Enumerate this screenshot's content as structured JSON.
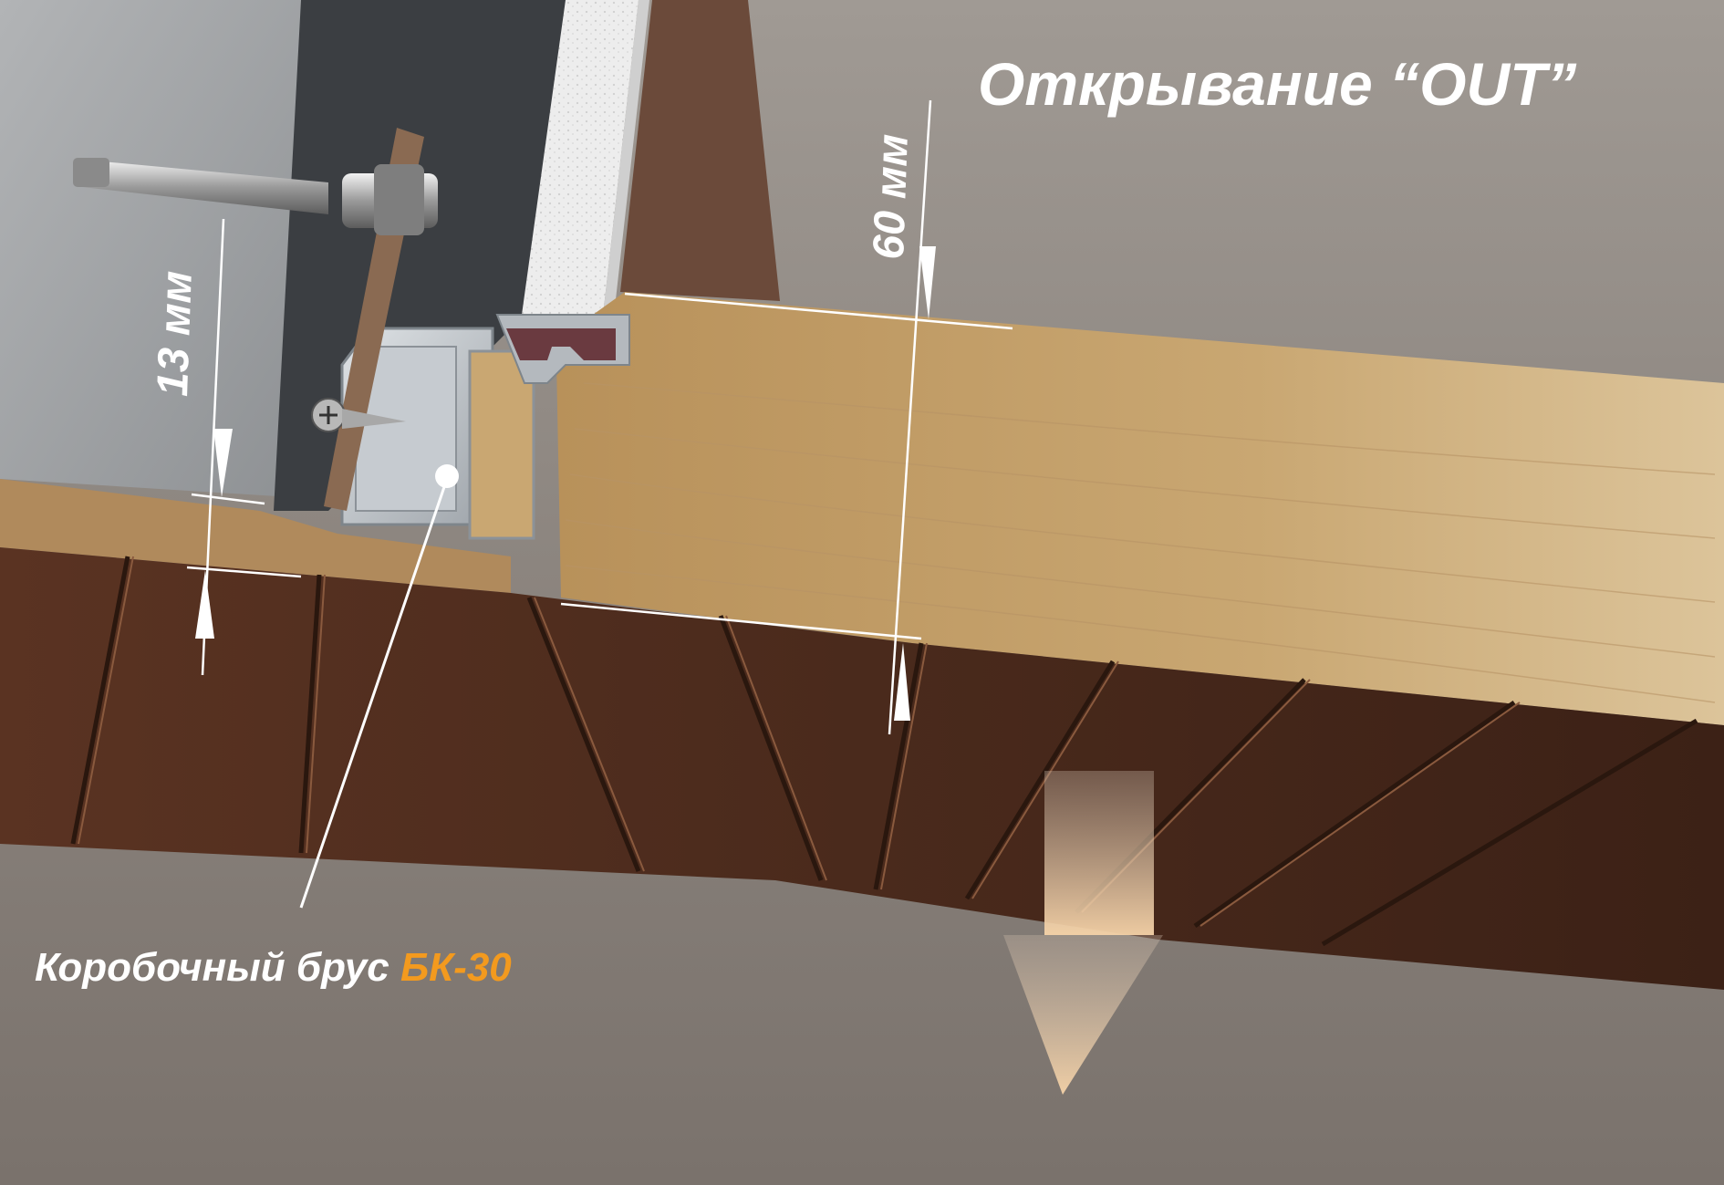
{
  "title": "Открывание “OUT”",
  "dimensions": {
    "depth_60": "60 мм",
    "offset_13": "13 мм"
  },
  "callout": {
    "text": "Коробочный брус ",
    "code": "БК-30"
  },
  "colors": {
    "background": "#8a8580",
    "wall": "#a3a6a8",
    "dark_wood": "#4a2a1c",
    "light_wood": "#c9a772",
    "aluminium": "#c4c9ce",
    "seal": "#6a3a40",
    "accent": "#f39a1e",
    "annotation": "#ffffff"
  }
}
